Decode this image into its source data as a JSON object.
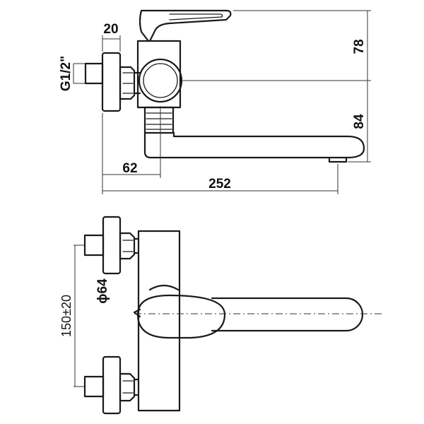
{
  "dimensions": {
    "d20": "20",
    "thread": "G1/2\"",
    "d78": "78",
    "d84": "84",
    "d62": "62",
    "d252": "252",
    "d64": "ϕ64",
    "d150": "150±20"
  },
  "colors": {
    "line": "#1a1a1a",
    "background": "#ffffff"
  }
}
